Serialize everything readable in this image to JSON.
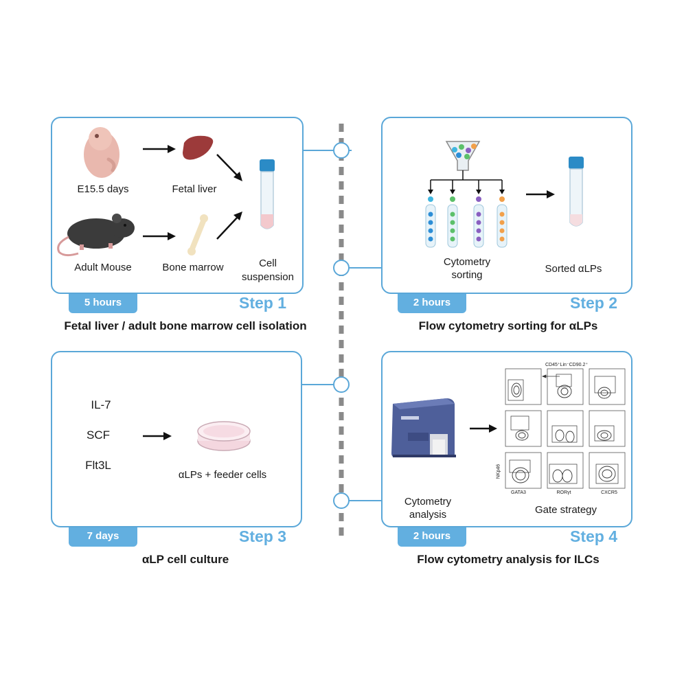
{
  "step1": {
    "duration": "5 hours",
    "step_label": "Step 1",
    "caption": "Fetal liver / adult bone marrow cell isolation",
    "embryo_label": "E15.5 days",
    "liver_label": "Fetal liver",
    "mouse_label": "Adult Mouse",
    "bone_label": "Bone marrow",
    "suspension_label_1": "Cell",
    "suspension_label_2": "suspension"
  },
  "step2": {
    "duration": "2 hours",
    "step_label": "Step 2",
    "caption": "Flow cytometry sorting for αLPs",
    "sorting_label_1": "Cytometry",
    "sorting_label_2": "sorting",
    "sorted_label": "Sorted αLPs"
  },
  "step3": {
    "duration": "7 days",
    "step_label": "Step 3",
    "caption": "αLP cell culture",
    "factors": [
      "IL-7",
      "SCF",
      "Flt3L"
    ],
    "dish_label": "αLPs + feeder cells"
  },
  "step4": {
    "duration": "2 hours",
    "step_label": "Step 4",
    "caption": "Flow cytometry analysis for ILCs",
    "analysis_label_1": "Cytometry",
    "analysis_label_2": "analysis",
    "gate_label": "Gate strategy",
    "plot_header": "CD45⁺Lin⁻CD90.2⁺",
    "plot_xlabels": [
      "GATA3",
      "RORγt",
      "CXCR5"
    ],
    "plot_ylabel": "NKp46"
  },
  "colors": {
    "accent": "#62afe0",
    "border": "#5aa7d8",
    "timeline": "#8a8a8a"
  }
}
